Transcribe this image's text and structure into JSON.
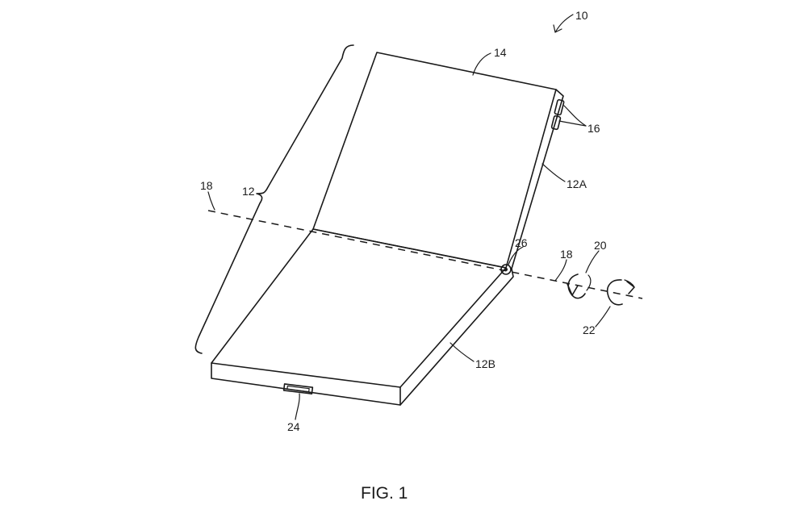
{
  "figure": {
    "caption": "FIG. 1",
    "labels": {
      "device": "10",
      "display_bracket": "12",
      "panel_top_edge": "14",
      "side_buttons": "16",
      "fold_axis_left": "18",
      "fold_axis_right": "18",
      "rotation_arrow_1": "20",
      "rotation_arrow_2": "22",
      "connector_port": "24",
      "hinge": "26",
      "upper_housing": "12A",
      "lower_housing": "12B"
    }
  }
}
